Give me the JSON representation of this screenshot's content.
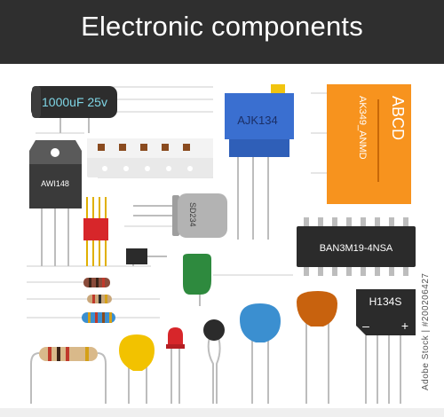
{
  "title": "Electronic components",
  "labels": {
    "capacitor": "1000uF 25v",
    "transistor": "AWI148",
    "trimmer": "AJK134",
    "relay_brand": "ABCD",
    "relay_model": "AK349_ANMD",
    "crystal": "SD234",
    "ic": "BAN3M19-4NSA",
    "bridge": "H134S",
    "bridge_minus": "–",
    "bridge_plus": "+"
  },
  "stock_id": "Adobe Stock | #200206427",
  "colors": {
    "banner": "#2f2f2f",
    "relay": "#f7931e",
    "trimmer": "#3a6fd0",
    "ceramic_blue": "#3b8fd0",
    "ceramic_brown": "#c8620e",
    "ceramic_yellow": "#f2c200",
    "green_cap": "#2e8a3e",
    "led_red": "#d7262a",
    "ic_body": "#2b2b2b",
    "lead": "#bdbdbd"
  }
}
